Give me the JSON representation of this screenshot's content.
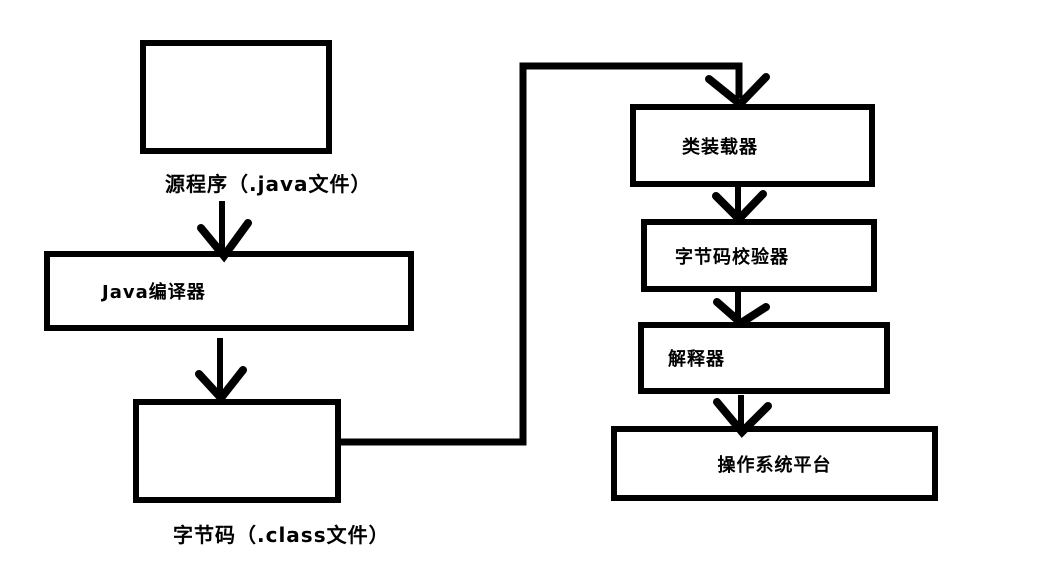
{
  "diagram": {
    "background_color": "#ffffff",
    "stroke_color": "#000000",
    "nodes": {
      "source_box": {
        "label": "",
        "caption": "源程序（.java文件）"
      },
      "compiler_box": {
        "label": "Java编译器"
      },
      "bytecode_box": {
        "label": "",
        "caption": "字节码（.class文件）"
      },
      "classloader_box": {
        "label": "类装载器"
      },
      "verifier_box": {
        "label": "字节码校验器"
      },
      "interpreter_box": {
        "label": "解释器"
      },
      "os_box": {
        "label": "操作系统平台"
      }
    },
    "edges": [
      {
        "from": "source_box",
        "to": "compiler_box"
      },
      {
        "from": "compiler_box",
        "to": "bytecode_box"
      },
      {
        "from": "bytecode_box",
        "to": "classloader_box"
      },
      {
        "from": "classloader_box",
        "to": "verifier_box"
      },
      {
        "from": "verifier_box",
        "to": "interpreter_box"
      },
      {
        "from": "interpreter_box",
        "to": "os_box"
      }
    ]
  }
}
